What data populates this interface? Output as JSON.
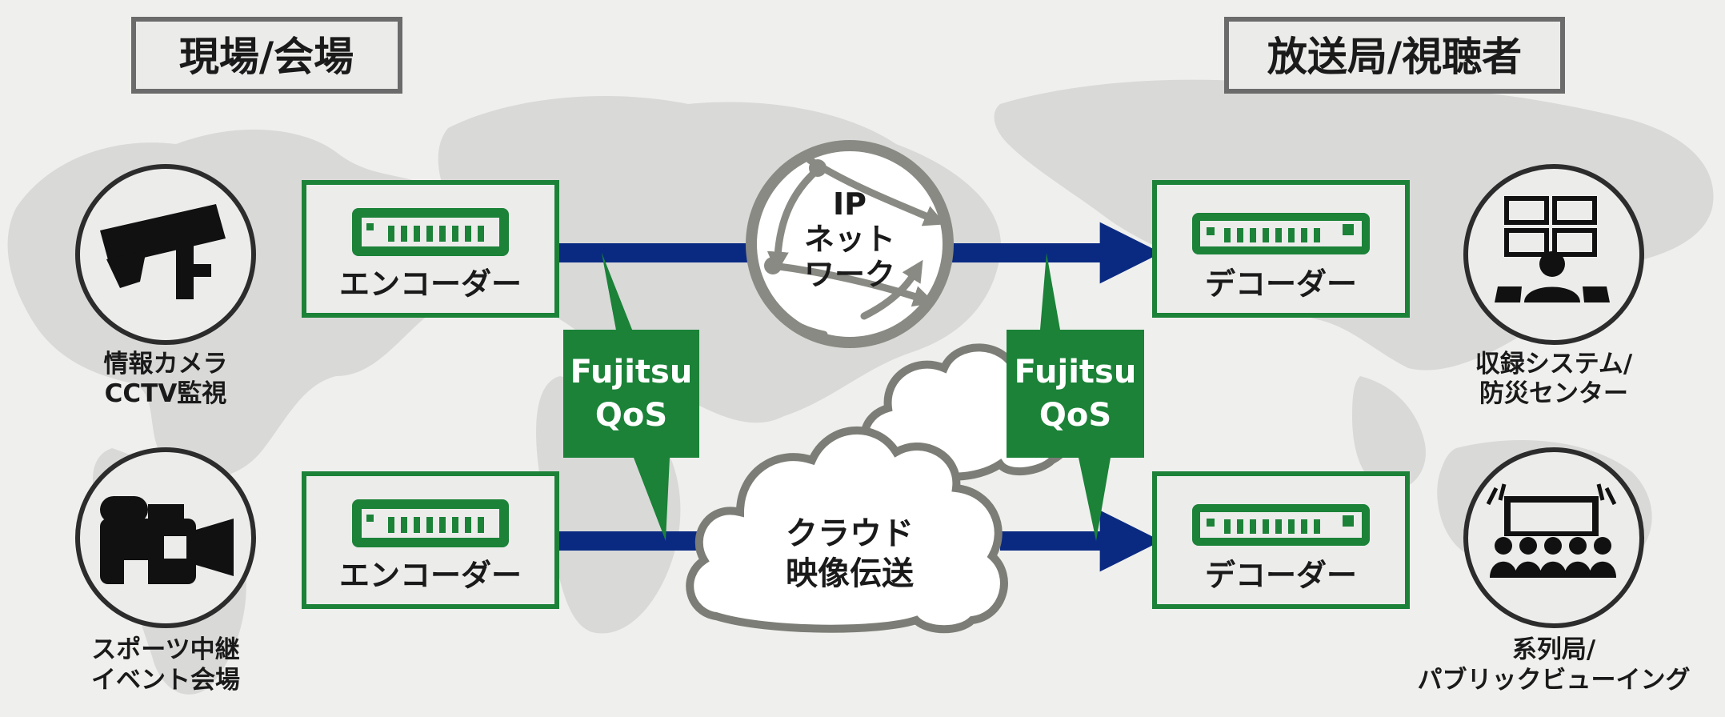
{
  "colors": {
    "background": "#efefed",
    "map": "#d9d9d8",
    "green": "#1b8238",
    "navy": "#0a2a82",
    "gray_ring": "#7d7d77",
    "title_border": "#6b6b6b"
  },
  "headers": {
    "left": "現場/会場",
    "right": "放送局/視聴者"
  },
  "sources": [
    {
      "icon": "cctv-camera-icon",
      "label_lines": [
        "情報カメラ",
        "CCTV監視"
      ]
    },
    {
      "icon": "video-camera-icon",
      "label_lines": [
        "スポーツ中継",
        "イベント会場"
      ]
    }
  ],
  "destinations": [
    {
      "icon": "monitor-wall-icon",
      "label_lines": [
        "収録システム/",
        "防災センター"
      ]
    },
    {
      "icon": "theater-audience-icon",
      "label_lines": [
        "系列局/",
        "パブリックビューイング"
      ]
    }
  ],
  "encoder_label": "エンコーダー",
  "decoder_label": "デコーダー",
  "ip_network": {
    "lines": [
      "IP",
      "ネット",
      "ワーク"
    ]
  },
  "cloud": {
    "lines": [
      "クラウド",
      "映像伝送"
    ]
  },
  "qos_label": {
    "lines": [
      "Fujitsu",
      "QoS"
    ]
  }
}
